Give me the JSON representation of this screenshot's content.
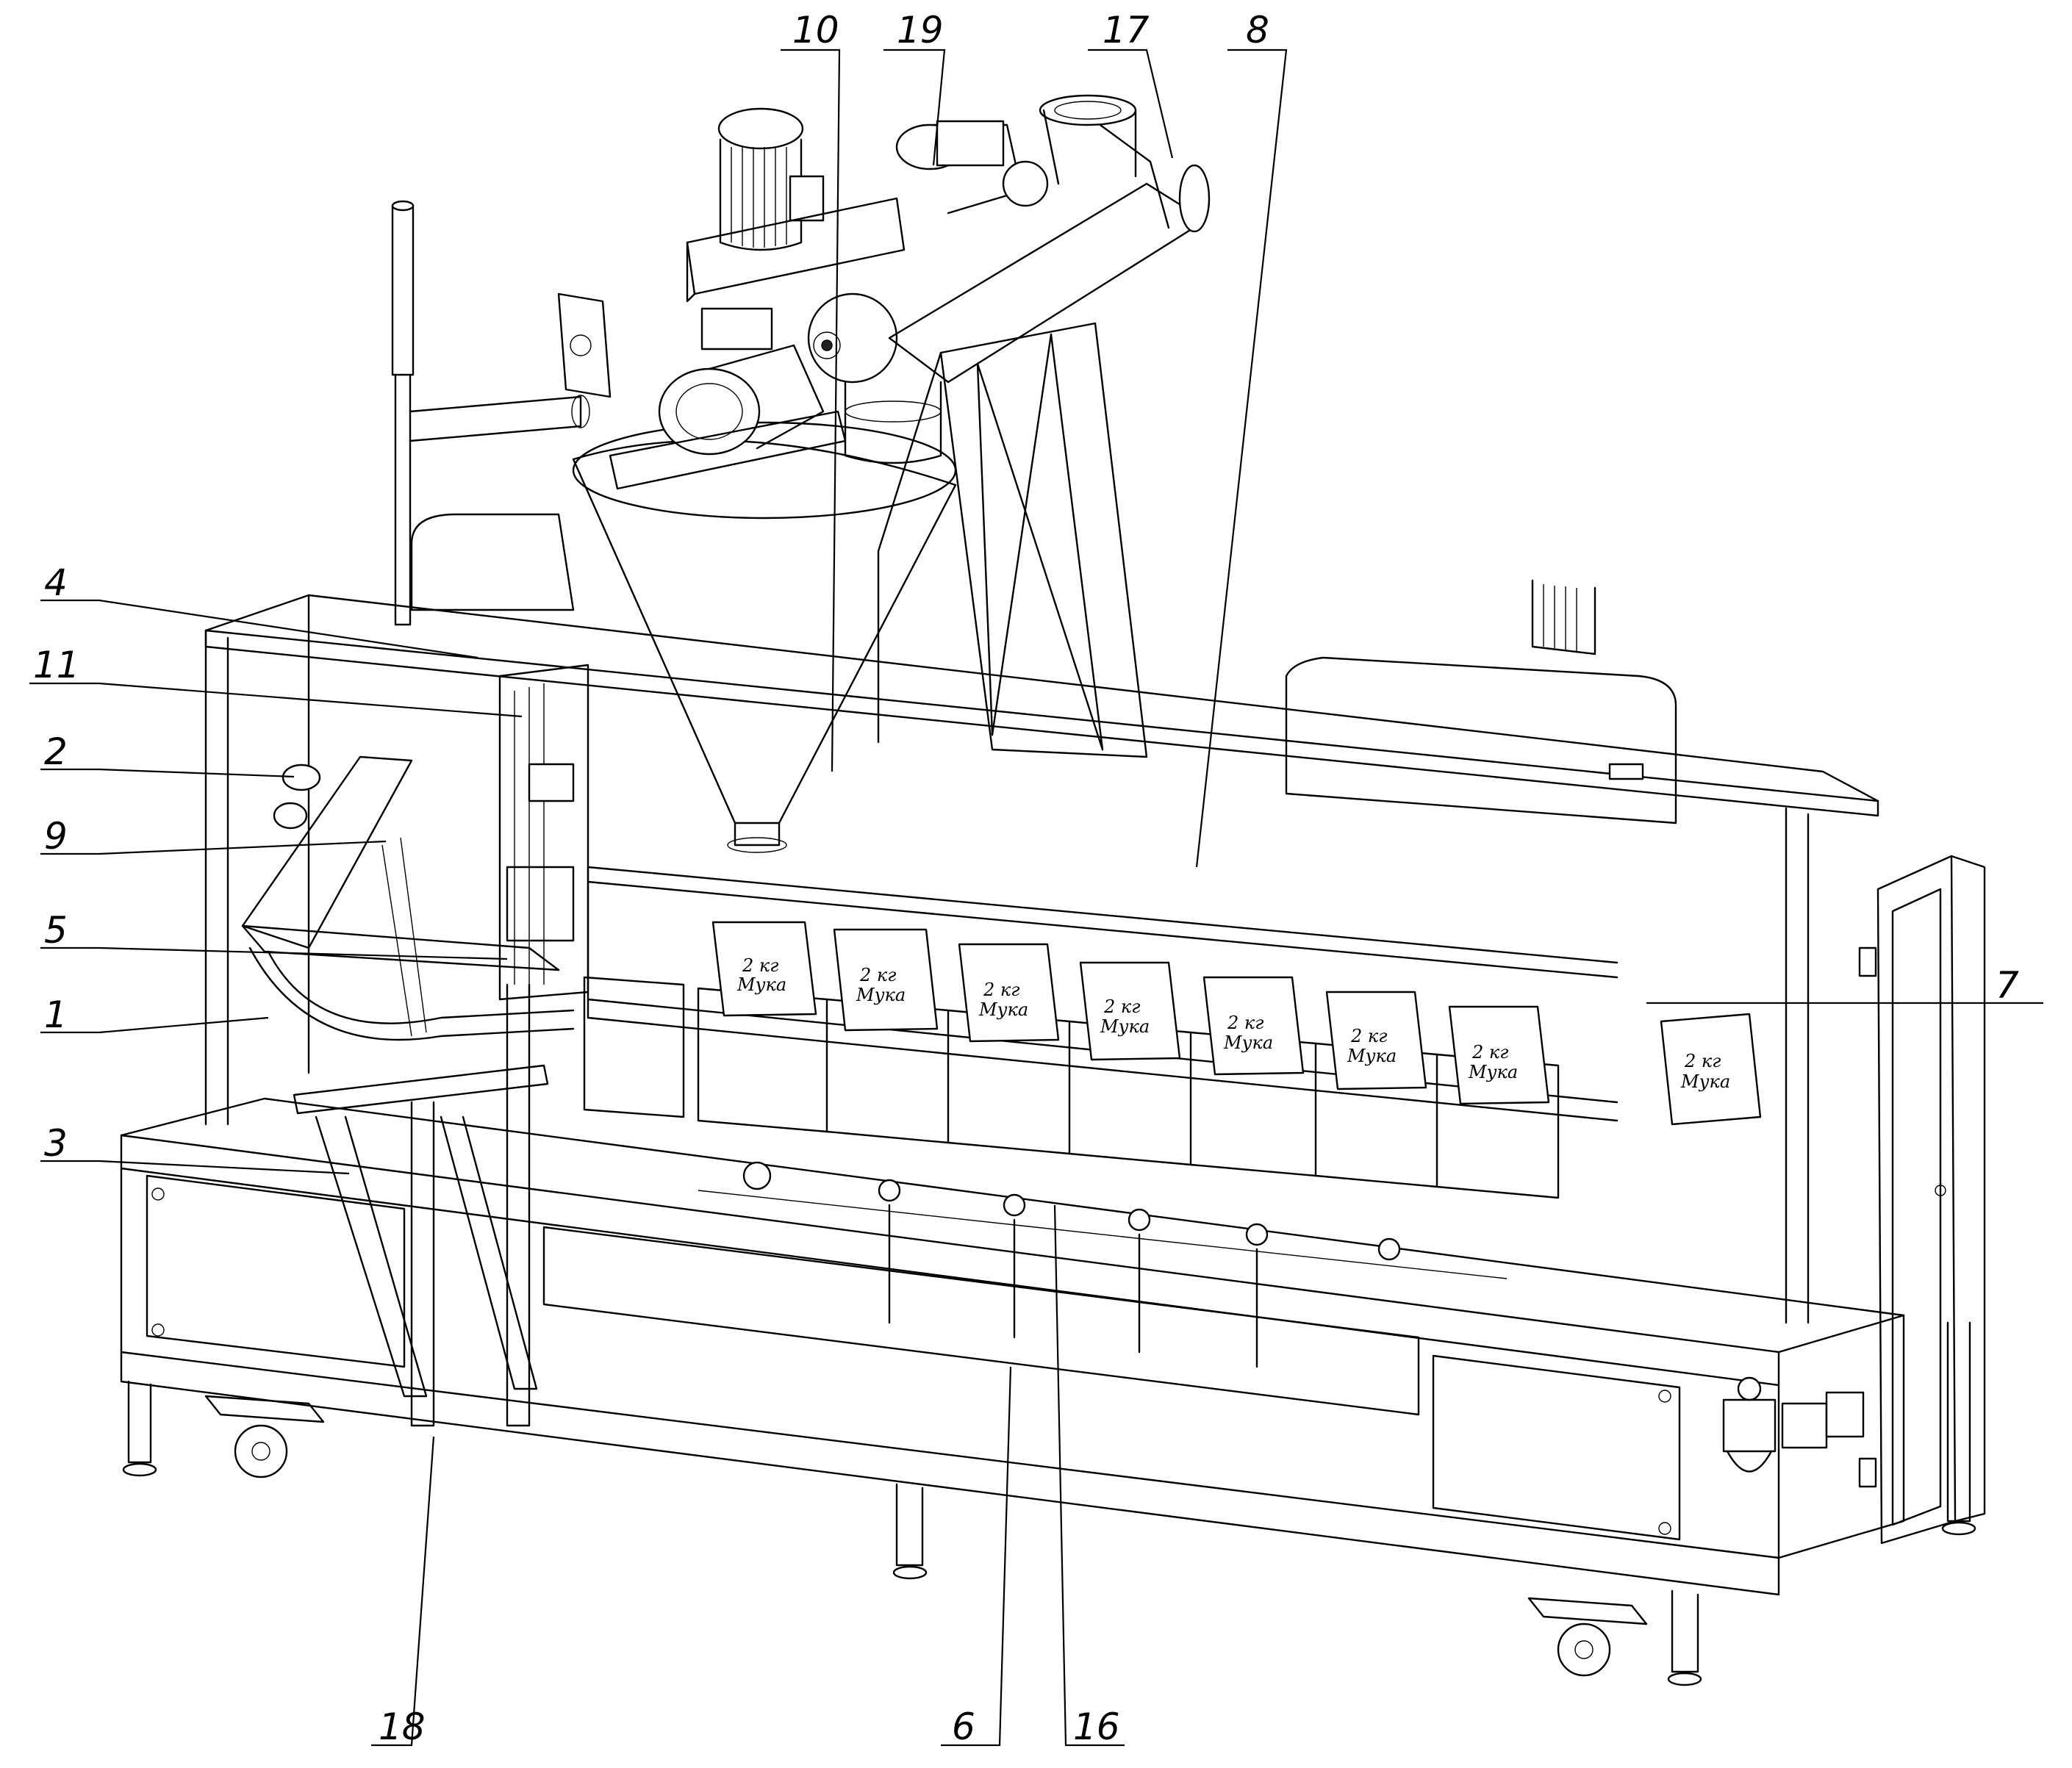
{
  "callouts": [
    {
      "id": "10",
      "text": "10"
    },
    {
      "id": "19",
      "text": "19"
    },
    {
      "id": "17",
      "text": "17"
    },
    {
      "id": "8",
      "text": "8"
    },
    {
      "id": "4",
      "text": "4"
    },
    {
      "id": "11",
      "text": "11"
    },
    {
      "id": "2",
      "text": "2"
    },
    {
      "id": "9",
      "text": "9"
    },
    {
      "id": "5",
      "text": "5"
    },
    {
      "id": "1",
      "text": "1"
    },
    {
      "id": "3",
      "text": "3"
    },
    {
      "id": "7",
      "text": "7"
    },
    {
      "id": "18",
      "text": "18"
    },
    {
      "id": "6",
      "text": "6"
    },
    {
      "id": "16",
      "text": "16"
    }
  ],
  "bags": [
    {
      "weight": "2 кг",
      "product": "Мука"
    },
    {
      "weight": "2 кг",
      "product": "Мука"
    },
    {
      "weight": "2 кг",
      "product": "Мука"
    },
    {
      "weight": "2 кг",
      "product": "Мука"
    },
    {
      "weight": "2 кг",
      "product": "Мука"
    },
    {
      "weight": "2 кг",
      "product": "Мука"
    },
    {
      "weight": "2 кг",
      "product": "Мука"
    },
    {
      "weight": "2 кг",
      "product": "Мука"
    }
  ],
  "colors": {
    "line": "#000000",
    "background": "#ffffff"
  }
}
